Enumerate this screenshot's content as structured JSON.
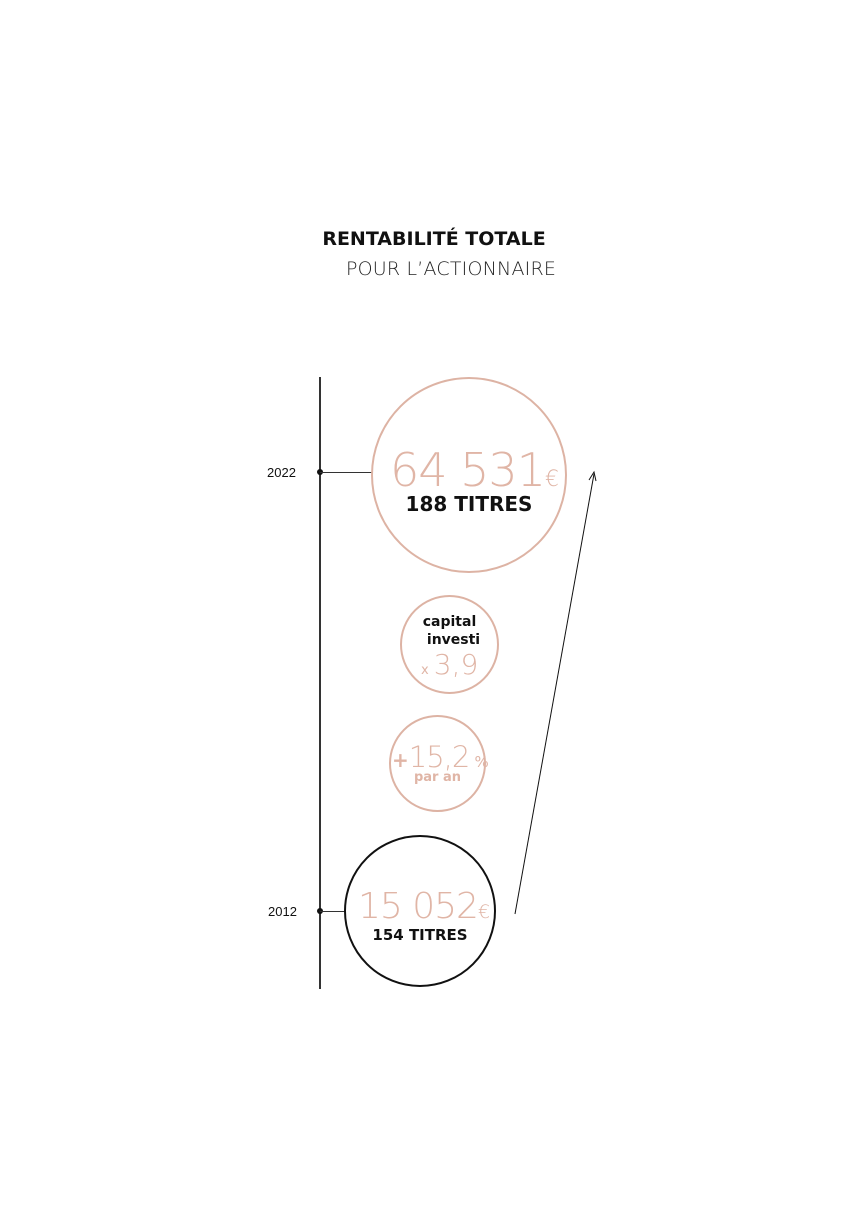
{
  "title": {
    "main": "RENTABILITÉ TOTALE",
    "sub": "POUR L’ACTIONNAIRE"
  },
  "timeline": {
    "end": {
      "year": "2022",
      "amount": "64 531",
      "currency": "€",
      "shares": "188 TITRES"
    },
    "start": {
      "year": "2012",
      "amount": "15 052",
      "currency": "€",
      "shares": "154 TITRES"
    }
  },
  "capital": {
    "line1": "capital",
    "line2": "investi",
    "prefix": "x",
    "multiplier": "3,9"
  },
  "annual_return": {
    "sign": "+",
    "value": "15,2",
    "unit": "%",
    "period": "par an"
  },
  "colors": {
    "accent": "#e0b5a6",
    "accent_border": "#ddb3a4",
    "text": "#111111"
  }
}
